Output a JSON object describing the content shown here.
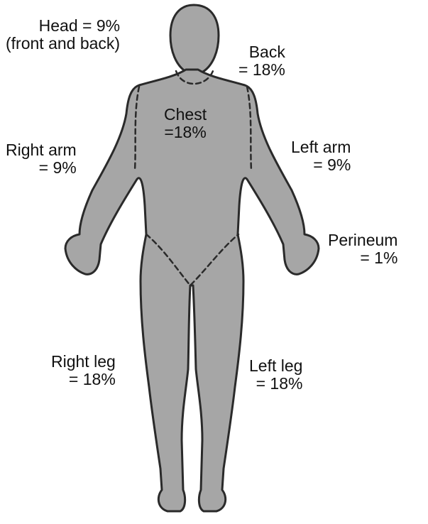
{
  "colors": {
    "body_fill": "#a6a6a6",
    "outline": "#2a2a2a",
    "text": "#111111",
    "background": "#ffffff"
  },
  "regions": {
    "head": {
      "line1": "Head = 9%",
      "line2": "(front and back)"
    },
    "back": {
      "line1": "Back",
      "line2": "= 18%"
    },
    "chest": {
      "line1": "Chest",
      "line2": "=18%"
    },
    "right_arm": {
      "line1": "Right arm",
      "line2": "= 9%"
    },
    "left_arm": {
      "line1": "Left arm",
      "line2": "= 9%"
    },
    "perineum": {
      "line1": "Perineum",
      "line2": "= 1%"
    },
    "right_leg": {
      "line1": "Right leg",
      "line2": "= 18%"
    },
    "left_leg": {
      "line1": "Left leg",
      "line2": "= 18%"
    }
  }
}
